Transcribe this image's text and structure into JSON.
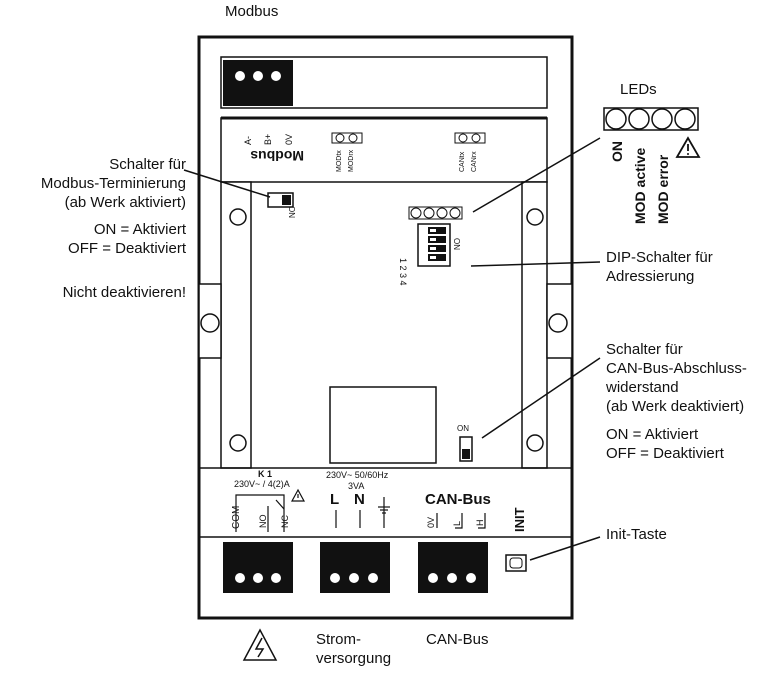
{
  "title_top": "Modbus",
  "leds": {
    "title": "LEDs",
    "labels": [
      "ON",
      "MOD active",
      "MOD error"
    ]
  },
  "callouts": {
    "termination_l1": "Schalter für",
    "termination_l2": "Modbus-Terminierung",
    "termination_l3": "(ab Werk aktiviert)",
    "termination_on": "ON = Aktiviert",
    "termination_off": "OFF = Deaktiviert",
    "termination_warn": "Nicht deaktivieren!",
    "dip_l1": "DIP-Schalter für",
    "dip_l2": "Adressierung",
    "can_l1": "Schalter für",
    "can_l2": "CAN-Bus-Abschluss-",
    "can_l3": "widerstand",
    "can_l4": "(ab Werk deaktiviert)",
    "can_on": "ON = Aktiviert",
    "can_off": "OFF = Deaktiviert",
    "init": "Init-Taste"
  },
  "bottom": {
    "power_l1": "Strom-",
    "power_l2": "versorgung",
    "canbus": "CAN-Bus"
  },
  "device": {
    "modbus_label": "Modbus",
    "modbus_terms": [
      "A-",
      "B+",
      "0V"
    ],
    "mod_leds": [
      "MODrx",
      "MODtx"
    ],
    "can_leds": [
      "CANrx",
      "CANtx"
    ],
    "dip_numbers": "1 2 3 4",
    "on_small": "ON",
    "k1": "K 1",
    "relay_rating": "230V~ / 4(2)A",
    "supply_rating": "230V~ 50/60Hz",
    "supply_va": "3VA",
    "l": "L",
    "n": "N",
    "canbus": "CAN-Bus",
    "com": "COM",
    "no": "NO",
    "nc": "NC",
    "zero_v": "0V",
    "can_l": "L",
    "can_h": "H",
    "init": "INIT"
  }
}
